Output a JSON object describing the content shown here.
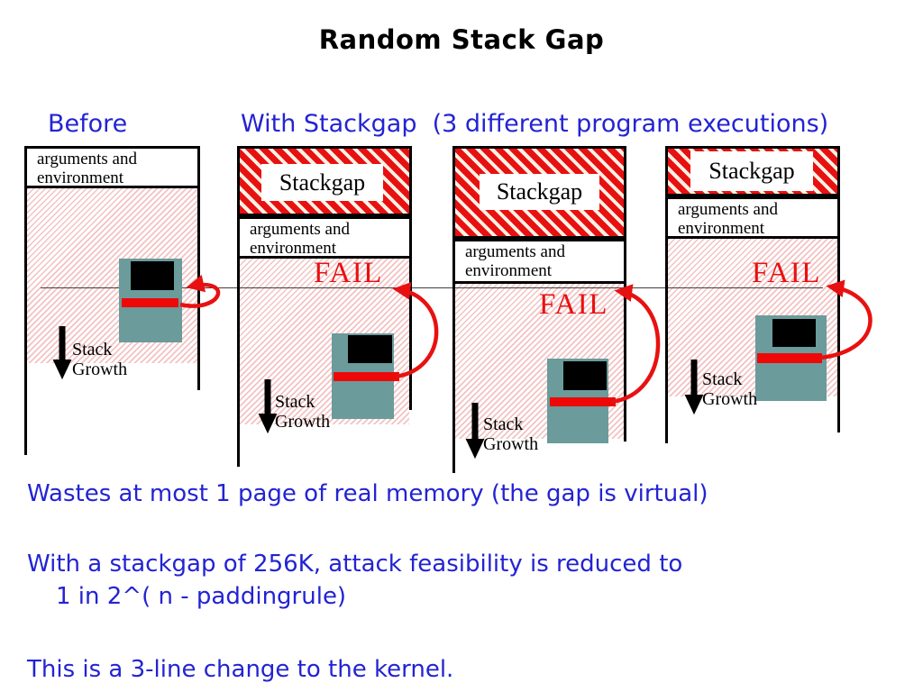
{
  "title": "Random Stack Gap",
  "headers": {
    "before": "Before",
    "with_stackgap": "With Stackgap  (3 different program executions)"
  },
  "columns": [
    {
      "name": "before",
      "args_line1": "arguments and",
      "args_line2": "environment",
      "stack_growth_line1": "Stack",
      "stack_growth_line2": "Growth"
    },
    {
      "name": "stackgap-execution-1",
      "stackgap_label": "Stackgap",
      "args_line1": "arguments and",
      "args_line2": "environment",
      "fail_label": "FAIL",
      "stack_growth_line1": "Stack",
      "stack_growth_line2": "Growth"
    },
    {
      "name": "stackgap-execution-2",
      "stackgap_label": "Stackgap",
      "args_line1": "arguments and",
      "args_line2": "environment",
      "fail_label": "FAIL",
      "stack_growth_line1": "Stack",
      "stack_growth_line2": "Growth"
    },
    {
      "name": "stackgap-execution-3",
      "stackgap_label": "Stackgap",
      "args_line1": "arguments and",
      "args_line2": "environment",
      "fail_label": "FAIL",
      "stack_growth_line1": "Stack",
      "stack_growth_line2": "Growth"
    }
  ],
  "notes": [
    "Wastes at most 1 page of real memory (the gap is virtual)",
    "With a stackgap of 256K, attack feasibility is reduced to",
    "1 in 2^( n - paddingrule)",
    "This is a 3-line change to the kernel."
  ],
  "colors": {
    "heading_blue": "#2323d3",
    "fail_red": "#e81111",
    "monitor_teal": "#6b9b9b",
    "attack_bar_red": "#ee0808",
    "hatch_pink": "#f3c2c2"
  }
}
